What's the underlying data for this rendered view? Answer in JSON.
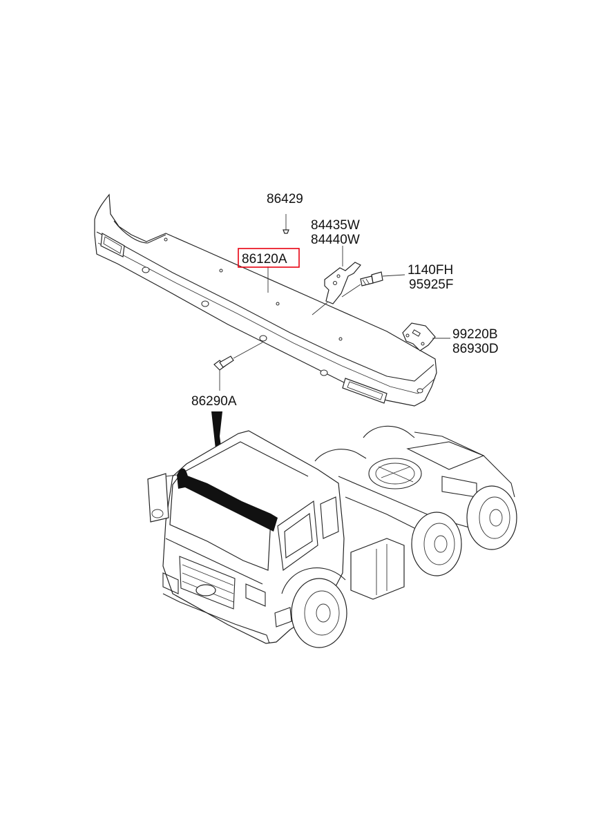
{
  "labels": {
    "part_86429": "86429",
    "part_84435W": "84435W",
    "part_84440W": "84440W",
    "part_86120A": "86120A",
    "part_1140FH": "1140FH",
    "part_95925F": "95925F",
    "part_99220B": "99220B",
    "part_86930D": "86930D",
    "part_86290A": "86290A"
  },
  "colors": {
    "highlight": "#e8000f",
    "line": "#222222",
    "background": "#ffffff"
  }
}
